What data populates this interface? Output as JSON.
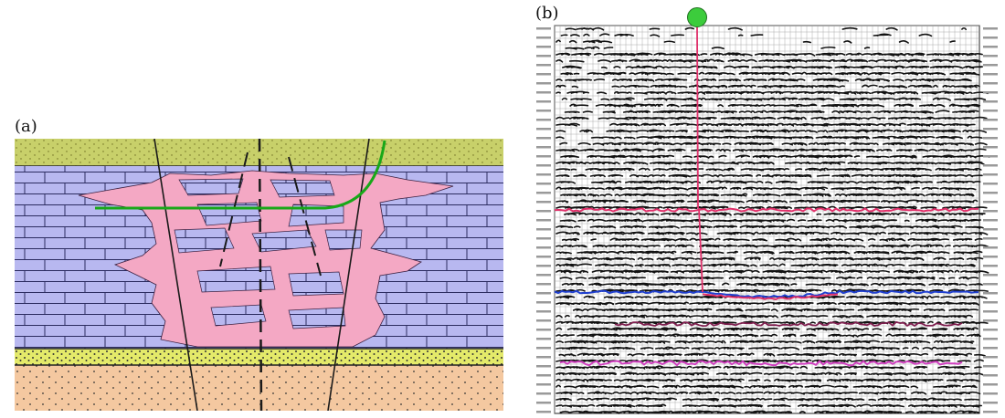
{
  "panels": {
    "a": {
      "label": "(a)"
    },
    "b": {
      "label": "(b)"
    }
  },
  "colors": {
    "cap_layer": "#c8d06a",
    "limestone": "#b8b8f0",
    "brick_line": "#2c2c60",
    "karst_fill": "#f4a8c4",
    "sand_layer": "#e4ea6a",
    "base_layer": "#f4c8a0",
    "fault_line": "#1a1a1a",
    "well_path": "#18a818",
    "well_marker": "#3ccc3c",
    "horizon_red": "#e0306a",
    "horizon_blue": "#2040d0",
    "horizon_magenta": "#d040c0",
    "horizon_dark": "#802050"
  },
  "seismic": {
    "well_marker_icon": "green-circle-well-marker",
    "horizons": [
      "red",
      "blue",
      "dark-red",
      "magenta"
    ]
  }
}
